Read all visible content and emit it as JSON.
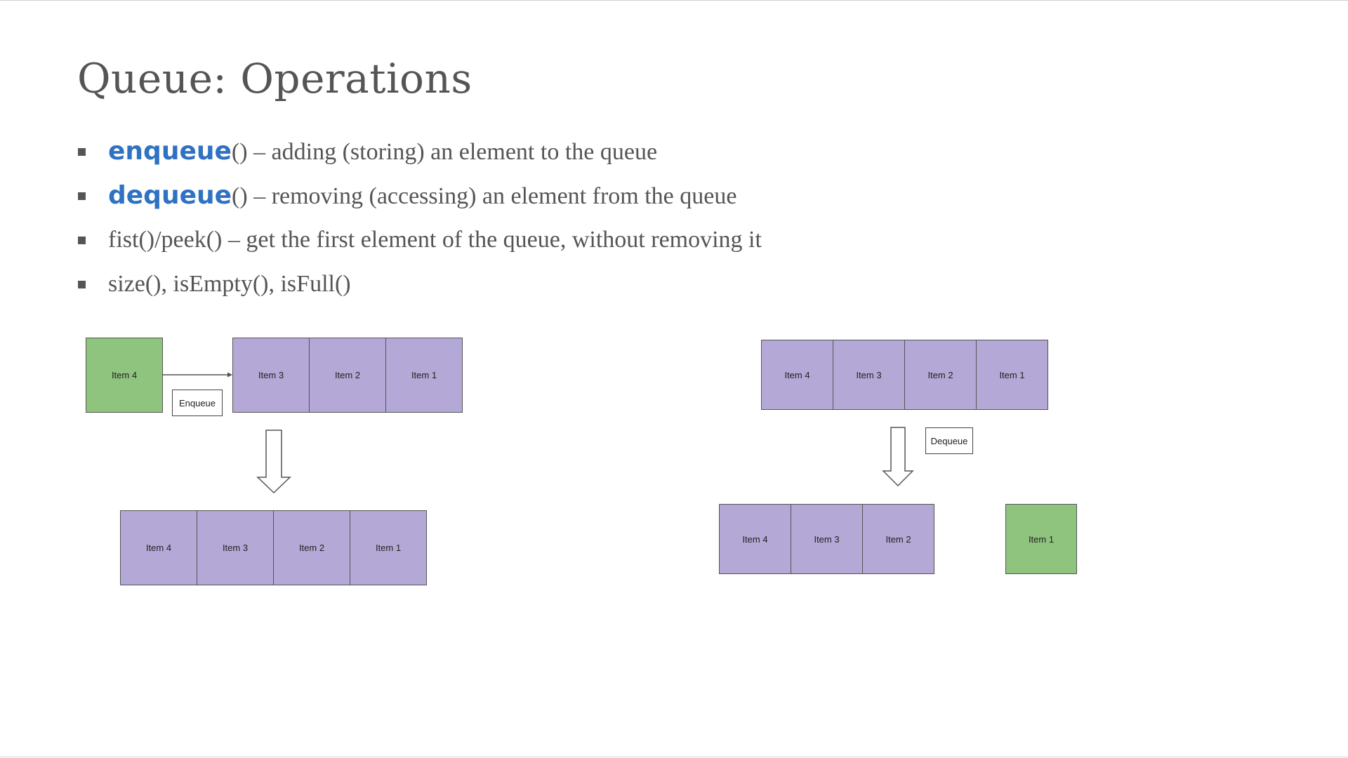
{
  "slide": {
    "title": "Queue: Operations",
    "bullets": [
      {
        "keyword": "enqueue",
        "text": "() – adding (storing) an element to the queue"
      },
      {
        "keyword": "dequeue",
        "text": "() – removing (accessing) an element from the queue"
      },
      {
        "keyword": "",
        "text": "fist()/peek() – get the first element of the queue, without removing it"
      },
      {
        "keyword": "",
        "text": "size(), isEmpty(), isFull()"
      }
    ]
  },
  "diagram": {
    "enqueue": {
      "new_item": "Item 4",
      "label": "Enqueue",
      "before": [
        "Item 3",
        "Item 2",
        "Item 1"
      ],
      "after": [
        "Item 4",
        "Item 3",
        "Item 2",
        "Item 1"
      ]
    },
    "dequeue": {
      "label": "Dequeue",
      "before": [
        "Item 4",
        "Item 3",
        "Item 2",
        "Item 1"
      ],
      "after": [
        "Item 4",
        "Item 3",
        "Item 2"
      ],
      "removed_item": "Item 1"
    }
  },
  "colors": {
    "keyword": "#2f72c4",
    "queue_box": "#b3a8d6",
    "highlight_box": "#8ec47e",
    "text": "#555555"
  }
}
